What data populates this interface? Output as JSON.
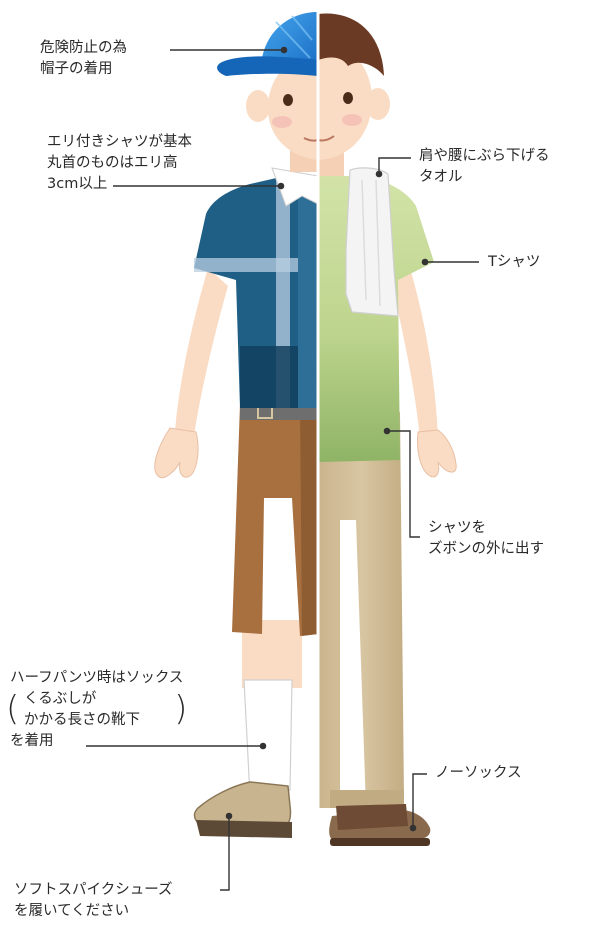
{
  "callouts": {
    "cap": [
      "危険防止の為",
      "帽子の着用"
    ],
    "collar": [
      "エリ付きシャツが基本",
      "丸首のものはエリ高",
      "3cm以上"
    ],
    "towel": [
      "肩や腰にぶら下げる",
      "タオル"
    ],
    "tshirt": [
      "Tシャツ"
    ],
    "untucked": [
      "シャツを",
      "ズボンの外に出す"
    ],
    "halfpants": {
      "line1": "ハーフパンツ時はソックス",
      "paren": [
        "くるぶしが",
        "かかる長さの靴下"
      ],
      "line4": "を着用"
    },
    "nosocks": [
      "ノーソックス"
    ],
    "shoes": [
      "ソフトスパイクシューズ",
      "を履いてください"
    ]
  },
  "colors": {
    "cap": "#1e7fd6",
    "polo": "#1f5f86",
    "shorts": "#a8703f",
    "tshirt": "#b9cf86",
    "pants": "#d2bf99",
    "skin": "#fadcc4",
    "hair": "#6b3a24",
    "line": "#333333"
  }
}
